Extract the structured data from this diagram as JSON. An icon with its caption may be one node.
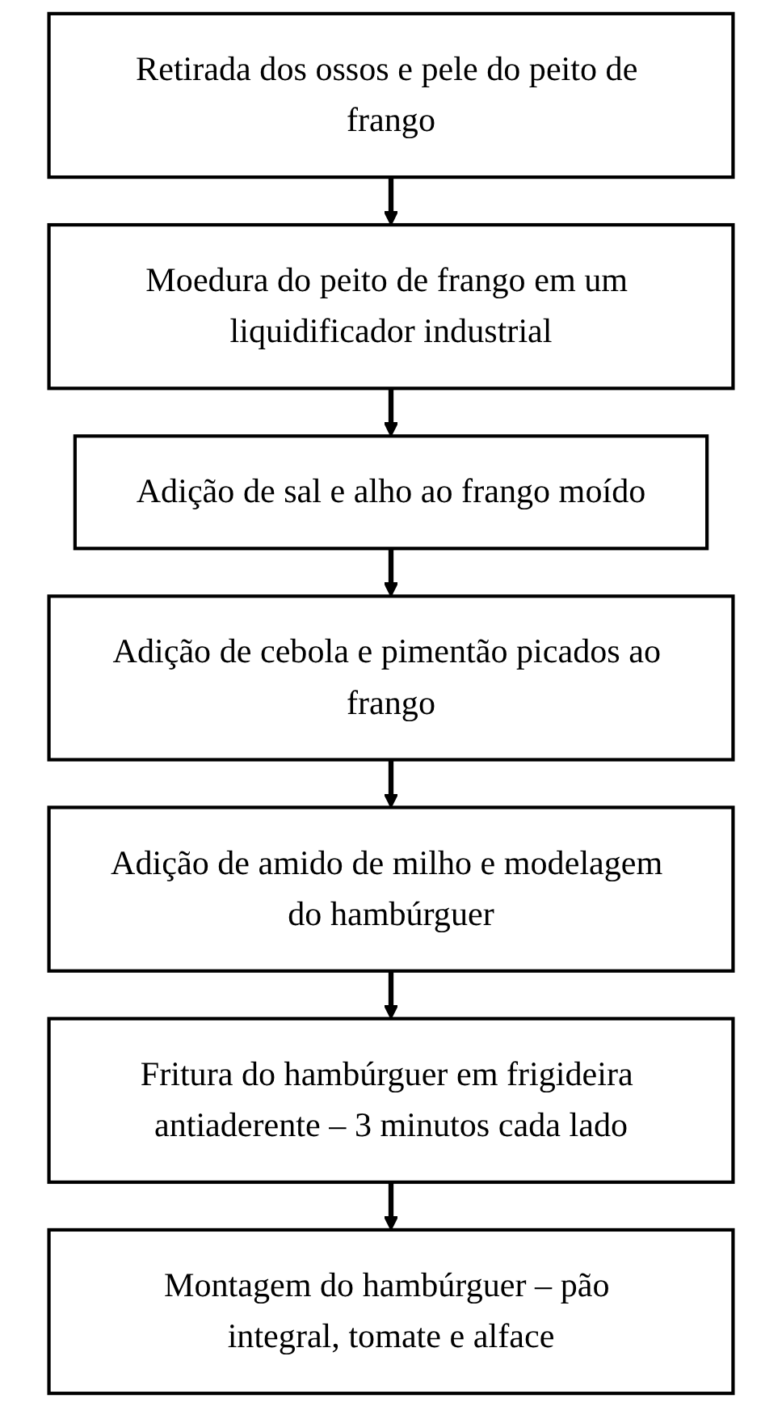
{
  "diagram": {
    "nodes": [
      {
        "text": [
          "Retirada dos ossos e pele do peito de frango"
        ]
      },
      {
        "text": [
          "Moedura do peito de frango em um liquidificador industrial"
        ]
      },
      {
        "text": [
          "Adição de sal e alho ao frango moído"
        ]
      },
      {
        "text": [
          "Adição de cebola e pimentão picados ao frango"
        ]
      },
      {
        "text": [
          "Adição de amido de milho e modelagem do hambúrguer"
        ]
      },
      {
        "text": [
          "Fritura do hambúrguer em frigideira antiaderente – 3 minutos cada lado"
        ]
      },
      {
        "text": [
          "Montagem do hambúrguer – pão integral, tomate e alface"
        ]
      }
    ],
    "edges": [
      {
        "from": 0,
        "to": 1,
        "arrow": "to"
      },
      {
        "from": 1,
        "to": 2,
        "arrow": "to"
      },
      {
        "from": 2,
        "to": 3,
        "arrow": "to"
      },
      {
        "from": 3,
        "to": 4,
        "arrow": "to"
      },
      {
        "from": 4,
        "to": 5,
        "arrow": "to"
      },
      {
        "from": 5,
        "to": 6,
        "arrow": "to"
      }
    ]
  }
}
